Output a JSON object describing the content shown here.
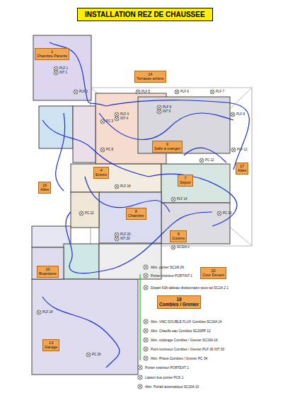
{
  "diagram": {
    "title": "INSTALLATION REZ DE CHAUSSEE",
    "nodes": [
      {
        "text": [
          "1",
          "Chambre Parents"
        ]
      },
      {
        "text": [
          "14",
          "Terrasse arrière"
        ]
      },
      {
        "text": [
          "4",
          "Entrée"
        ]
      },
      {
        "text": [
          "6",
          "Salle à manger"
        ]
      },
      {
        "text": [
          "16",
          "Allée"
        ]
      },
      {
        "text": [
          "17",
          "Allée"
        ]
      },
      {
        "text": [
          "7",
          "Séjour"
        ]
      },
      {
        "text": [
          "8",
          "Chambre"
        ]
      },
      {
        "text": [
          "9",
          "Cuisine"
        ]
      },
      {
        "text": [
          "10",
          "Buanderie"
        ]
      },
      {
        "text": [
          "20",
          "Cour Devant"
        ]
      },
      {
        "text": [
          "19",
          "Combles / Grenier"
        ]
      },
      {
        "text": [
          "13",
          "Garage"
        ]
      }
    ],
    "labels": [
      "PLF 1",
      "INT 1",
      "PLF 2",
      "PC 3",
      "PLF 4",
      "INT 4",
      "PLF 5",
      "PLF 6",
      "PC 8",
      "PLF 7",
      "PLF 8",
      "PLF 9",
      "INT 9",
      "PLF 12",
      "PC 12",
      "PLF 14",
      "PC 16",
      "PLF 18",
      "PLF 20",
      "INT 20",
      "PC 22",
      "SC32A 2",
      "PLF 24",
      "PC 26"
    ],
    "legend": [
      {
        "text": "Alim. portier  SC1M 26"
      },
      {
        "text": "Portier intérieur  PORTINT 1"
      },
      {
        "text": "Départ 63A tableau divisionnaire sous-sol  SC2A 2 1"
      },
      {
        "text": "Alim. VMC DOUBLE FLUX Combles  SC16A 14"
      },
      {
        "text": "Alim. Chauffe eau Combles  SC20PP 12"
      },
      {
        "text": "Alim. éclairage Combles / Grenier  SC16A 16"
      },
      {
        "text": "Point lumineux Combles / Grenier  PLF 30  INT 30"
      },
      {
        "text": "Alim. Prises Combles / Grenier  PC 34"
      },
      {
        "text": "Portier extérieur  PORTEXT 1"
      },
      {
        "text": "Liaison bus portier  PCK 1"
      },
      {
        "text": "Alim. Portail automatique  SC20A 10"
      }
    ]
  }
}
